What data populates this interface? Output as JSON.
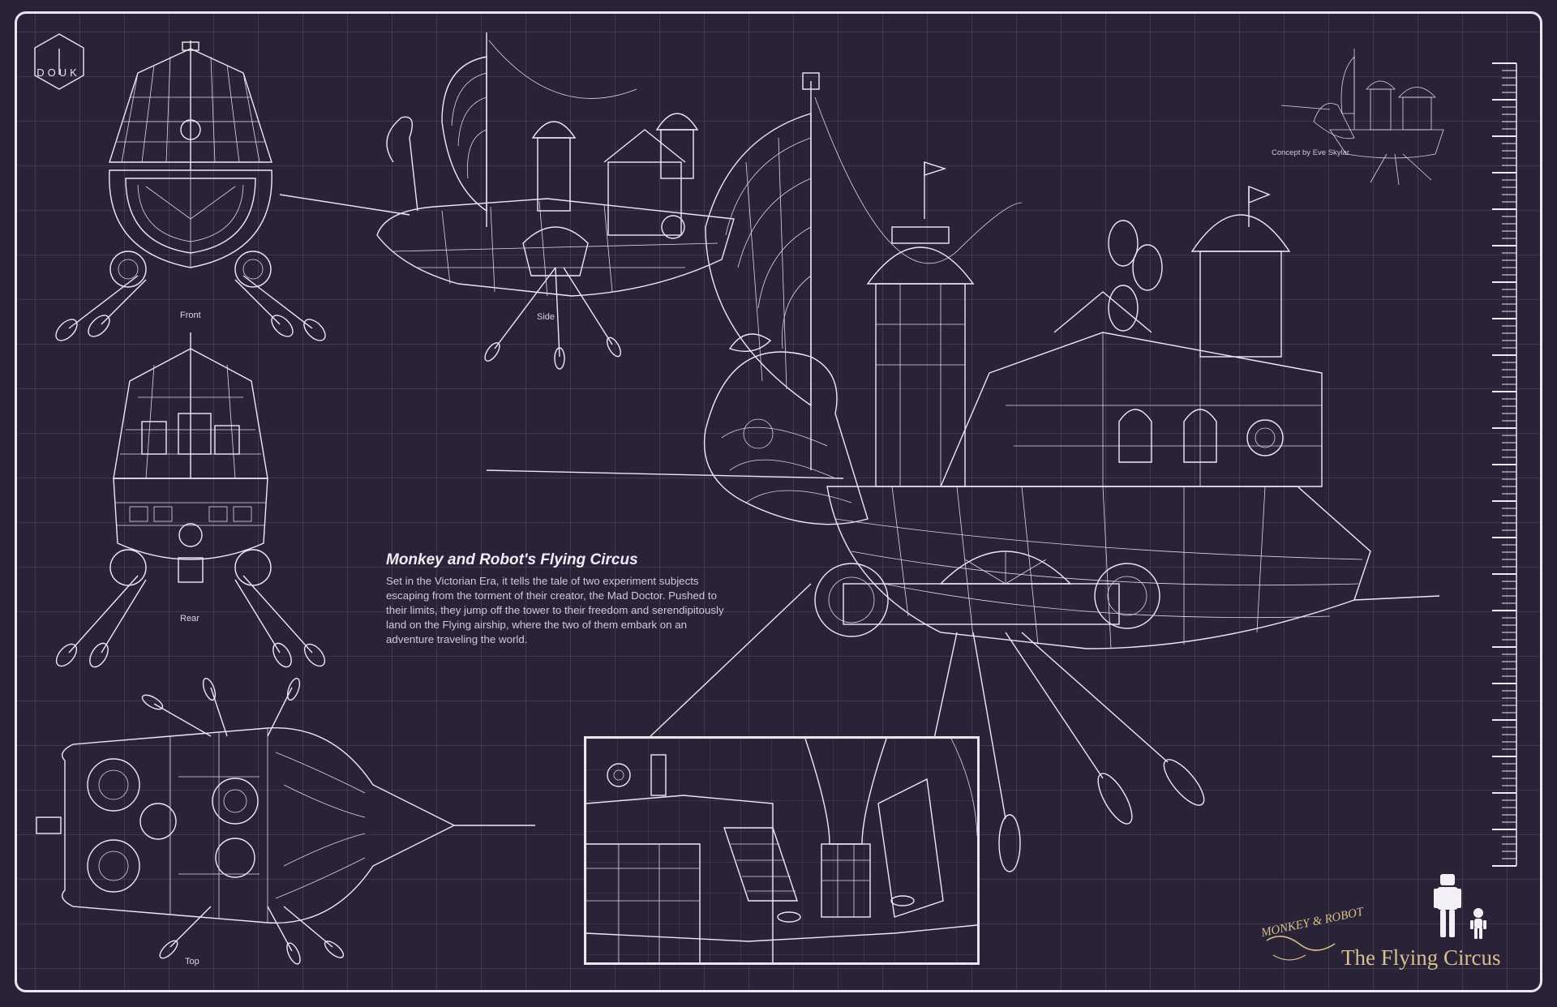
{
  "brand": {
    "studio_logo_text": "DOUK",
    "title_logo_text": "MONKEY & ROBOT",
    "title_text": "The Flying Circus"
  },
  "view_labels": {
    "front": "Front",
    "side": "Side",
    "rear": "Rear",
    "top": "Top"
  },
  "description": {
    "title": "Monkey and Robot's Flying Circus",
    "body": "Set in the Victorian Era, it tells the tale of two experiment subjects escaping from the torment of their creator, the Mad Doctor. Pushed to their limits, they jump off the tower to their freedom and serendipitously land on the Flying airship, where the two of them embark on an adventure traveling the world."
  },
  "credit": "Concept by Eve Skylar",
  "icons": {
    "studio": "hexagon-logo-icon",
    "characters": "robot-and-monkey-silhouette-icon",
    "ruler": "scale-ruler-icon"
  },
  "colors": {
    "background": "#2a2338",
    "lines": "#ece9f2",
    "brand_gold": "#d7bf8f"
  }
}
